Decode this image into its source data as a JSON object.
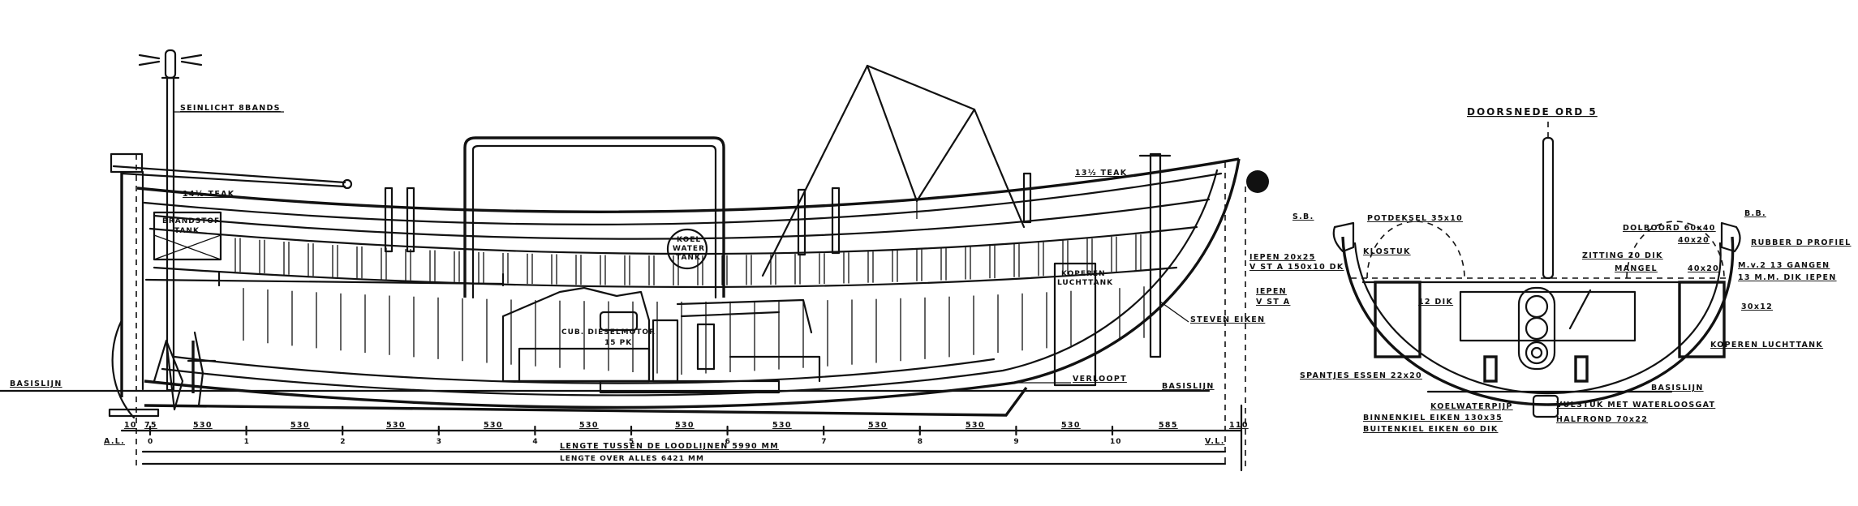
{
  "side_view": {
    "mast_light_label": "SEINLICHT 8BANDS",
    "teak_aft_label": "14½ TEAK",
    "teak_fore_label": "13½ TEAK",
    "fuel_tank_label_1": "BRANDSTOF",
    "fuel_tank_label_2": "TANK",
    "cooling_tank_label_1": "KOEL",
    "cooling_tank_label_2": "WATER",
    "cooling_tank_label_3": "TANK",
    "engine_label_1": "CUB. DIESELMOTOR",
    "engine_label_2": "15 PK",
    "air_tank_label_1": "KOPEREN",
    "air_tank_label_2": "LUCHTTANK",
    "stem_label": "STEVEN EIKEN",
    "taper_label": "VERLOOPT",
    "baseline_right_label": "BASISLIJN",
    "baseline_left_label": "BASISLIJN",
    "bow_wood_label_1": "IEPEN",
    "bow_wood_label_2": "V ST A"
  },
  "dimensions": {
    "spacings": [
      "10",
      "75",
      "530",
      "530",
      "530",
      "530",
      "530",
      "530",
      "530",
      "530",
      "530",
      "530",
      "585",
      "110"
    ],
    "stations": [
      "0",
      "1",
      "2",
      "3",
      "4",
      "5",
      "6",
      "7",
      "8",
      "9",
      "10"
    ],
    "aft_mark": "A.L.",
    "fore_mark": "V.L.",
    "length_between_perpendiculars": "LENGTE TUSSEN DE LOODLIJNEN 5990 MM",
    "length_overall": "LENGTE OVER ALLES 6421 MM"
  },
  "cross_section": {
    "title": "DOORSNEDE ORD 5",
    "starboard": "S.B.",
    "port": "B.B.",
    "labels": {
      "gunwale_cap": "POTDEKSEL 35x10",
      "block": "KLOSTUK",
      "elm_1": "IEPEN 20x25",
      "elm_2": "V ST A 150x10 DK",
      "thickness": "12 DIK",
      "frames": "SPANTJES ESSEN 22x20",
      "cooling_pipe": "KOELWATERPIJP",
      "inner_keel": "BINNENKIEL EIKEN 130x35",
      "outer_keel": "BUITENKIEL EIKEN 60 DIK",
      "filler": "VULSTUK MET WATERLOOSGAT",
      "half_round": "HALFROND 70x22",
      "baseline": "BASISLIJN",
      "gunwale": "DOLBOORD 60x40",
      "batten_1": "40x20",
      "rubber": "RUBBER D PROFIEL",
      "seat": "ZITTING 20 DIK",
      "seat_2": "MANGEL",
      "batten_2": "40x20",
      "planking_1": "M.v.2 13 GANGEN",
      "planking_2": "13 M.M. DIK IEPEN",
      "strip": "30x12",
      "air_tank": "KOPEREN LUCHTTANK"
    }
  }
}
